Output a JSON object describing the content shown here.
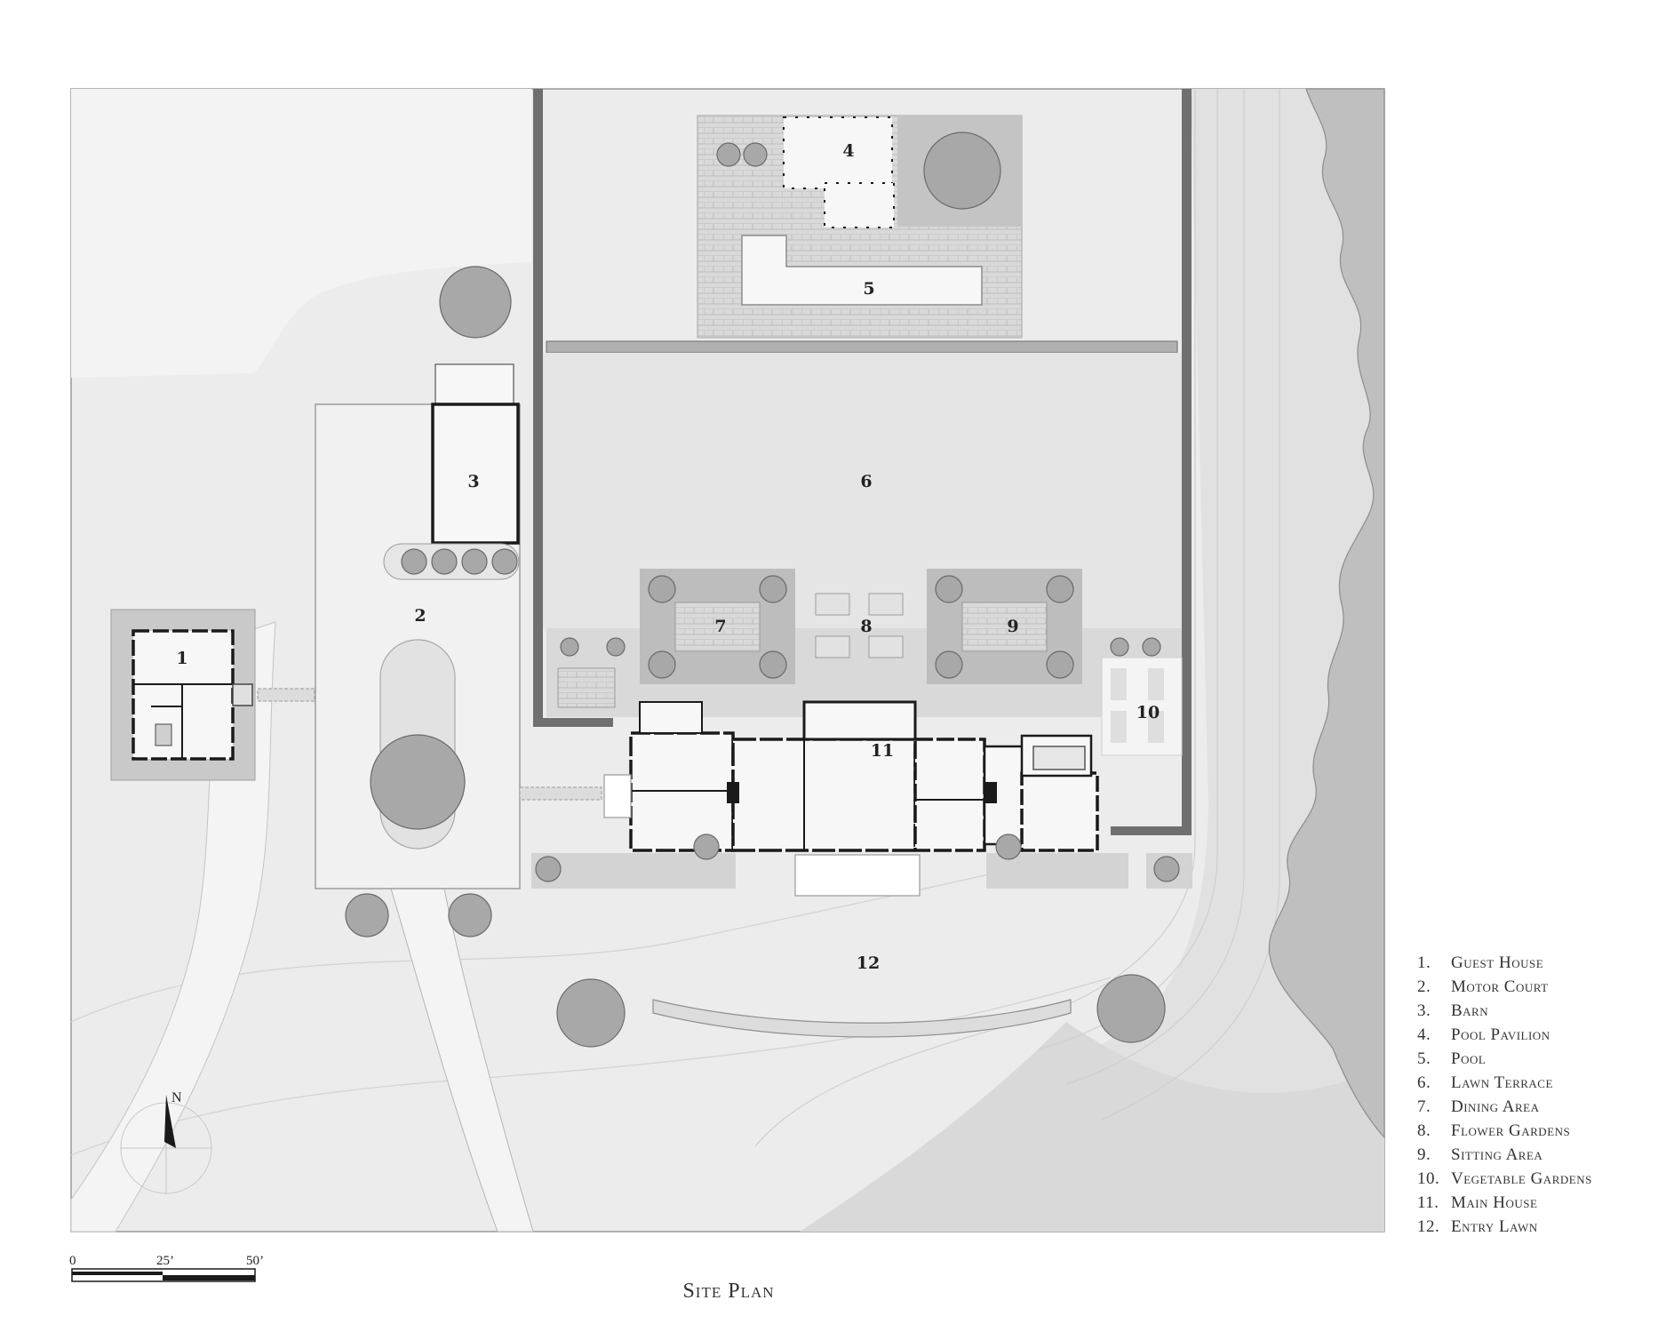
{
  "title": "Site Plan",
  "north_label": "N",
  "scale_bar": {
    "ticks": [
      "0",
      "25’",
      "50’"
    ]
  },
  "areas": [
    {
      "id": 1,
      "num": "1",
      "name": "Guest House"
    },
    {
      "id": 2,
      "num": "2",
      "name": "Motor Court"
    },
    {
      "id": 3,
      "num": "3",
      "name": "Barn"
    },
    {
      "id": 4,
      "num": "4",
      "name": "Pool Pavilion"
    },
    {
      "id": 5,
      "num": "5",
      "name": "Pool"
    },
    {
      "id": 6,
      "num": "6",
      "name": "Lawn Terrace"
    },
    {
      "id": 7,
      "num": "7",
      "name": "Dining Area"
    },
    {
      "id": 8,
      "num": "8",
      "name": "Flower Gardens"
    },
    {
      "id": 9,
      "num": "9",
      "name": "Sitting Area"
    },
    {
      "id": 10,
      "num": "10",
      "name": "Vegetable Gardens"
    },
    {
      "id": 11,
      "num": "11",
      "name": "Main House"
    },
    {
      "id": 12,
      "num": "12",
      "name": "Entry Lawn"
    }
  ],
  "colors": {
    "ground": "#e4e4e4",
    "lawn": "#efefef",
    "terrace": "#d8d8d8",
    "hardscape": "#cfcfcf",
    "forest": "#bdbdbd",
    "tree": "#a9a9a9",
    "wall": "#6f6f6f",
    "ink": "#1a1a1a"
  }
}
